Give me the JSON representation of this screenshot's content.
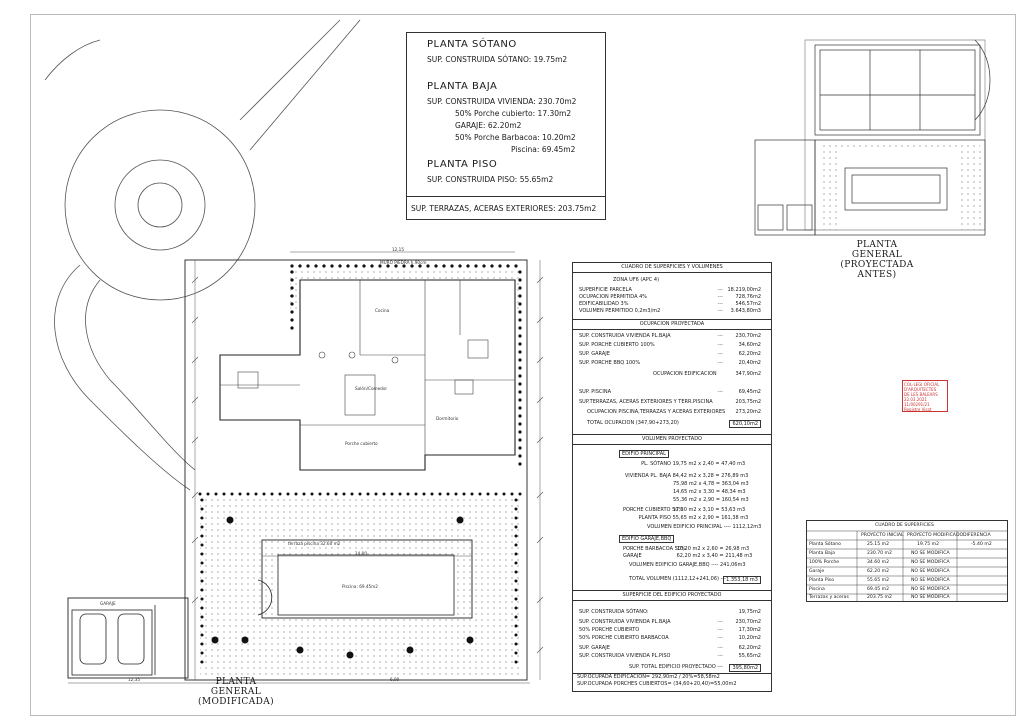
{
  "areas": {
    "sotano_title": "PLANTA SÓTANO",
    "sotano_line": "SUP. CONSTRUIDA SÓTANO:   19.75m2",
    "baja_title": "PLANTA BAJA",
    "baja_lines": [
      "SUP. CONSTRUIDA VIVIENDA: 230.70m2",
      "50% Porche cubierto:  17.30m2",
      "GARAJE:  62.20m2",
      "50% Porche Barbacoa:  10.20m2",
      "Piscina:  69.45m2"
    ],
    "piso_title": "PLANTA PISO",
    "piso_line": "SUP. CONSTRUIDA PISO:   55.65m2",
    "terrazas_line": "SUP. TERRAZAS, ACERAS EXTERIORES: 203.75m2"
  },
  "summary": {
    "title": "CUADRO DE SUPERFICIES Y VOLUMENES",
    "zona": "ZONA UF6 (APC 4)",
    "params": [
      {
        "label": "SUPERFICIE PARCELA",
        "value": "18.219,00m2"
      },
      {
        "label": "OCUPACION PERMITIDA  4%",
        "value": "728,76m2"
      },
      {
        "label": "EDIFICABILIDAD  3%",
        "value": "546,57m2"
      },
      {
        "label": "VOLUMEN PERMITIDO 0,2m3/m2",
        "value": "3.643,80m3"
      }
    ],
    "ocupacion_title": "OCUPACION PROYECTADA",
    "ocupacion": [
      {
        "label": "SUP. CONSTRUIDA VIVIENDA PL.BAJA",
        "value": "230,70m2"
      },
      {
        "label": "SUP. PORCHE CUBIERTO 100%",
        "value": "34,60m2"
      },
      {
        "label": "SUP. GARAJE",
        "value": "62,20m2"
      },
      {
        "label": "SUP. PORCHE BBQ 100%",
        "value": "20,40m2"
      }
    ],
    "ocupacion_edif_label": "OCUPACION EDIFICACION",
    "ocupacion_edif_value": "347,90m2",
    "ocupacion2": [
      {
        "label": "SUP. PISCINA",
        "value": "69,45m2"
      },
      {
        "label": "SUP.TERRAZAS, ACERAS EXTERIORES Y TERR.PISCINA",
        "value": "203,75m2"
      },
      {
        "label": "OCUPACION PISCINA,TERRAZAS Y ACERAS EXTERIORES",
        "value": "273,20m2"
      }
    ],
    "total_ocupacion": "TOTAL OCUPACION (347,90+273,20)",
    "total_ocupacion_value": "620,10m2",
    "volumen_title": "VOLUMEN PROYECTADO",
    "edif_principal": "EDIFIO PRINCIPAL",
    "vol_principal": [
      {
        "label": "PL. SÓTANO",
        "value": "19,75 m2 x 2,40 = 47,40 m3"
      },
      {
        "label": "VIVIENDA PL. BAJA",
        "value": "84,42 m2 x 3,28 = 276,89 m3"
      },
      {
        "label": "",
        "value": "75,98 m2 x 4,78 = 363,04 m3"
      },
      {
        "label": "",
        "value": "14,65 m2 x 3,30 = 48,34 m3"
      },
      {
        "label": "",
        "value": "55,36 m2 x 2,90 = 160,54 m3"
      },
      {
        "label": "PORCHE CUBIERTO 50%",
        "value": "17,30 m2 x 3,10 = 53,63 m3"
      },
      {
        "label": "PLANTA PISO",
        "value": "55,65 m2 x 2,90 = 161,38 m3"
      }
    ],
    "vol_principal_total": "VOLUMEN EDIFICIO PRINCIPAL ---- 1112,12m3",
    "edif_garaje": "EDIFIO GARAJE,BBQ",
    "vol_garaje": [
      {
        "label": "PORCHE BARBACOA 50%",
        "value": "10,20 m2 x 2,60 = 26,98 m3"
      },
      {
        "label": "GARAJE",
        "value": "62,20 m2 x 3,40 = 211,48 m3"
      }
    ],
    "vol_garaje_total": "VOLUMEN EDIFICIO GARAJE,BBQ ---- 241,06m3",
    "total_volumen": "TOTAL VOLUMEN (1112,12+241,06) ---",
    "total_volumen_value": "1.353,18 m3",
    "superficie_title": "SUPERFICIE DEL EDIFICIO PROYECTADO",
    "superficie": [
      {
        "label": "SUP. CONSTRUIDA SÓTANO:",
        "value": "19,75m2"
      },
      {
        "label": "SUP. CONSTRUIDA VIVIENDA PL.BAJA",
        "value": "230,70m2"
      },
      {
        "label": "50% PORCHE CUBIERTO",
        "value": "17,30m2"
      },
      {
        "label": "50% PORCHE CUBIERTO BARBACOA",
        "value": "10,20m2"
      },
      {
        "label": "SUP. GARAJE",
        "value": "62,20m2"
      },
      {
        "label": "SUP. CONSTRUIDA VIVIENDA PL.PISO",
        "value": "55,65m2"
      }
    ],
    "sup_total": "SUP. TOTAL EDIFICIO PROYECTADO ---",
    "sup_total_value": "395,80m2",
    "foot1": "SUP.OCUPADA EDIFICACIÓN= 292,90m2 / 20%=58,58m2",
    "foot2": "SUP.OCUPADA PORCHES CUBIERTOS= (34,60+20,40)=55,00m2"
  },
  "comparison": {
    "title": "CUADRO DE SUPERFICIES",
    "headers": [
      "PROYECTO INICIAL",
      "PROYECTO MODIFICADO",
      "DIFERENCIA"
    ],
    "rows": [
      [
        "Planta Sótano",
        "25.15 m2",
        "19.75 m2",
        "-5.40 m2"
      ],
      [
        "Planta Baja",
        "230.70 m2",
        "NO SE MODIFICA",
        ""
      ],
      [
        "100% Porche",
        "34.60 m2",
        "NO SE MODIFICA",
        ""
      ],
      [
        "Garaje",
        "62.20 m2",
        "NO SE MODIFICA",
        ""
      ],
      [
        "Planta Piso",
        "55.65 m2",
        "NO SE MODIFICA",
        ""
      ],
      [
        "Piscina",
        "69.45 m2",
        "NO SE MODIFICA",
        ""
      ],
      [
        "Terrazas y aceras",
        "203.75 m2",
        "NO SE MODIFICA",
        ""
      ]
    ]
  },
  "stamp": {
    "lines": [
      "COL·LEGI OFICIAL",
      "D'ARQUITECTES",
      "DE LES BALEARS",
      "22.03.2021  11/00291/21",
      "Registre Visat"
    ]
  },
  "titles": {
    "plan_main_1": "PLANTA GENERAL",
    "plan_main_2": "(MODIFICADA)",
    "plan_before_1": "PLANTA GENERAL",
    "plan_before_2": "(PROYECTADA ANTES)"
  },
  "plan_labels": {
    "piscina": "Piscina: 69.45m2",
    "terraza": "terraza piscina 32.60 m2",
    "dim_14": "14,00",
    "dim_width": "12,15",
    "dim_bottom": "12,35",
    "dim_6": "6,90",
    "salon": "Salón/Comedor",
    "cocina": "Cocina",
    "dormitorio": "Dormitorio",
    "garaje": "GARAJE",
    "porche": "Porche cubierto",
    "muro": "MURO PIEDRA h.90cm"
  }
}
